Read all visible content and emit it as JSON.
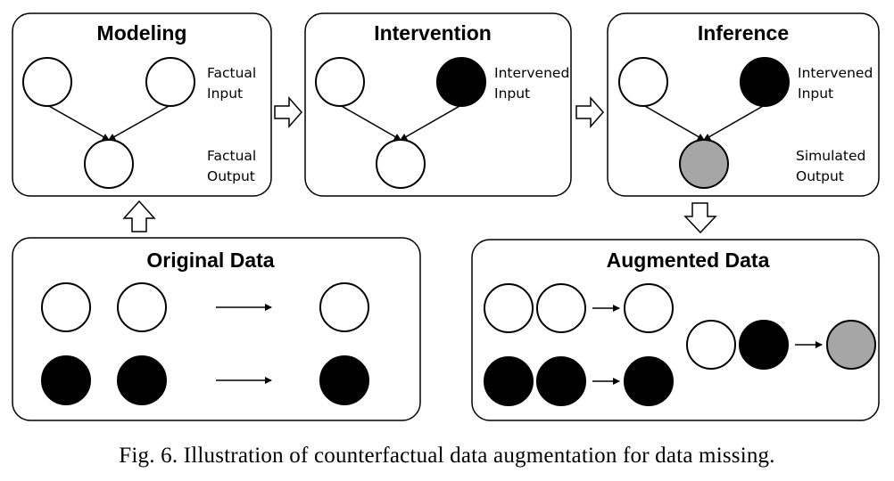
{
  "panels": {
    "modeling": {
      "title": "Modeling",
      "labels": [
        "Factual",
        "Input",
        "Factual",
        "Output"
      ]
    },
    "intervention": {
      "title": "Intervention",
      "labels": [
        "Intervened",
        "Input"
      ]
    },
    "inference": {
      "title": "Inference",
      "labels": [
        "Intervened",
        "Input",
        "Simulated",
        "Output"
      ]
    },
    "original": {
      "title": "Original Data"
    },
    "augmented": {
      "title": "Augmented Data"
    }
  },
  "colors": {
    "filled": "#000000",
    "empty": "#ffffff",
    "simulated": "#a6a6a6",
    "stroke": "#000000"
  },
  "caption": "Fig. 6.  Illustration of counterfactual data augmentation for data missing."
}
